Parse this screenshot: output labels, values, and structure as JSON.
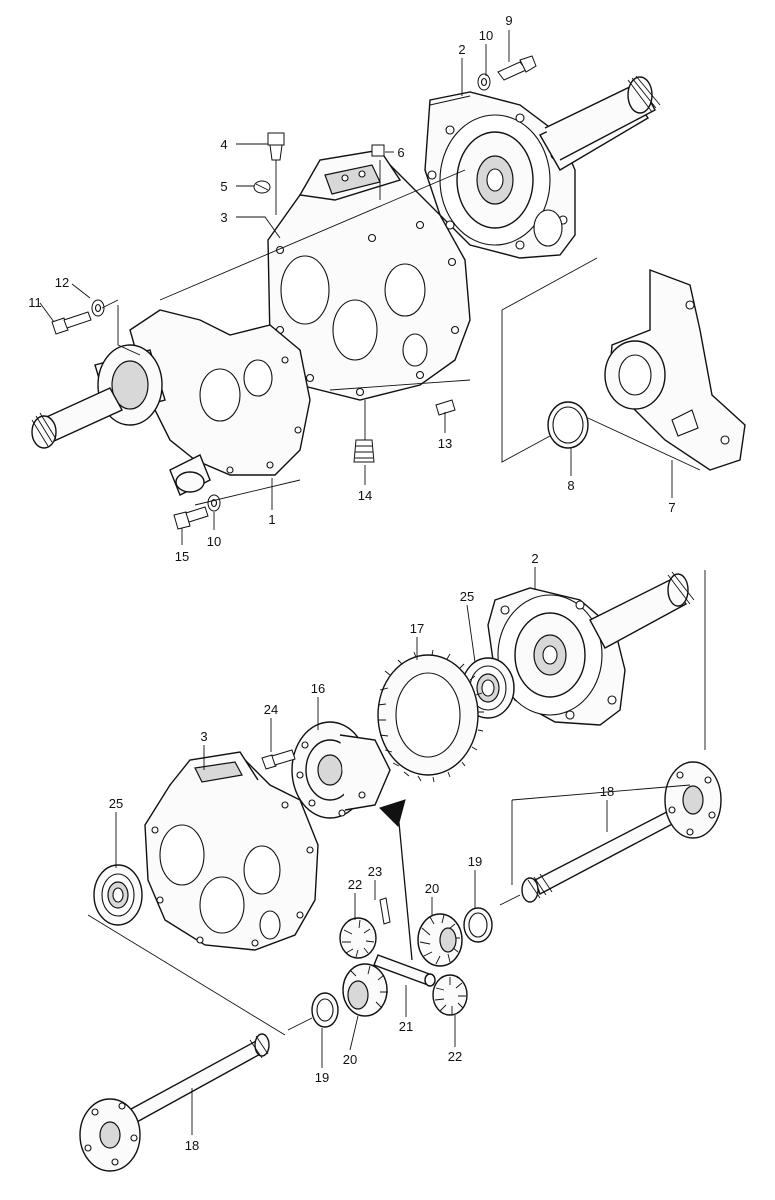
{
  "callouts": [
    {
      "id": "c2a",
      "text": "2"
    },
    {
      "id": "c10a",
      "text": "10"
    },
    {
      "id": "c9",
      "text": "9"
    },
    {
      "id": "c4",
      "text": "4"
    },
    {
      "id": "c6",
      "text": "6"
    },
    {
      "id": "c5",
      "text": "5"
    },
    {
      "id": "c3a",
      "text": "3"
    },
    {
      "id": "c12",
      "text": "12"
    },
    {
      "id": "c11",
      "text": "11"
    },
    {
      "id": "c13",
      "text": "13"
    },
    {
      "id": "c14",
      "text": "14"
    },
    {
      "id": "c1",
      "text": "1"
    },
    {
      "id": "c15",
      "text": "15"
    },
    {
      "id": "c10b",
      "text": "10"
    },
    {
      "id": "c8",
      "text": "8"
    },
    {
      "id": "c7",
      "text": "7"
    },
    {
      "id": "c2b",
      "text": "2"
    },
    {
      "id": "c25a",
      "text": "25"
    },
    {
      "id": "c17",
      "text": "17"
    },
    {
      "id": "c16",
      "text": "16"
    },
    {
      "id": "c24",
      "text": "24"
    },
    {
      "id": "c3b",
      "text": "3"
    },
    {
      "id": "c25b",
      "text": "25"
    },
    {
      "id": "c18a",
      "text": "18"
    },
    {
      "id": "c23",
      "text": "23"
    },
    {
      "id": "c22a",
      "text": "22"
    },
    {
      "id": "c20a",
      "text": "20"
    },
    {
      "id": "c19a",
      "text": "19"
    },
    {
      "id": "c21",
      "text": "21"
    },
    {
      "id": "c19b",
      "text": "19"
    },
    {
      "id": "c20b",
      "text": "20"
    },
    {
      "id": "c22b",
      "text": "22"
    },
    {
      "id": "c18b",
      "text": "18"
    }
  ]
}
